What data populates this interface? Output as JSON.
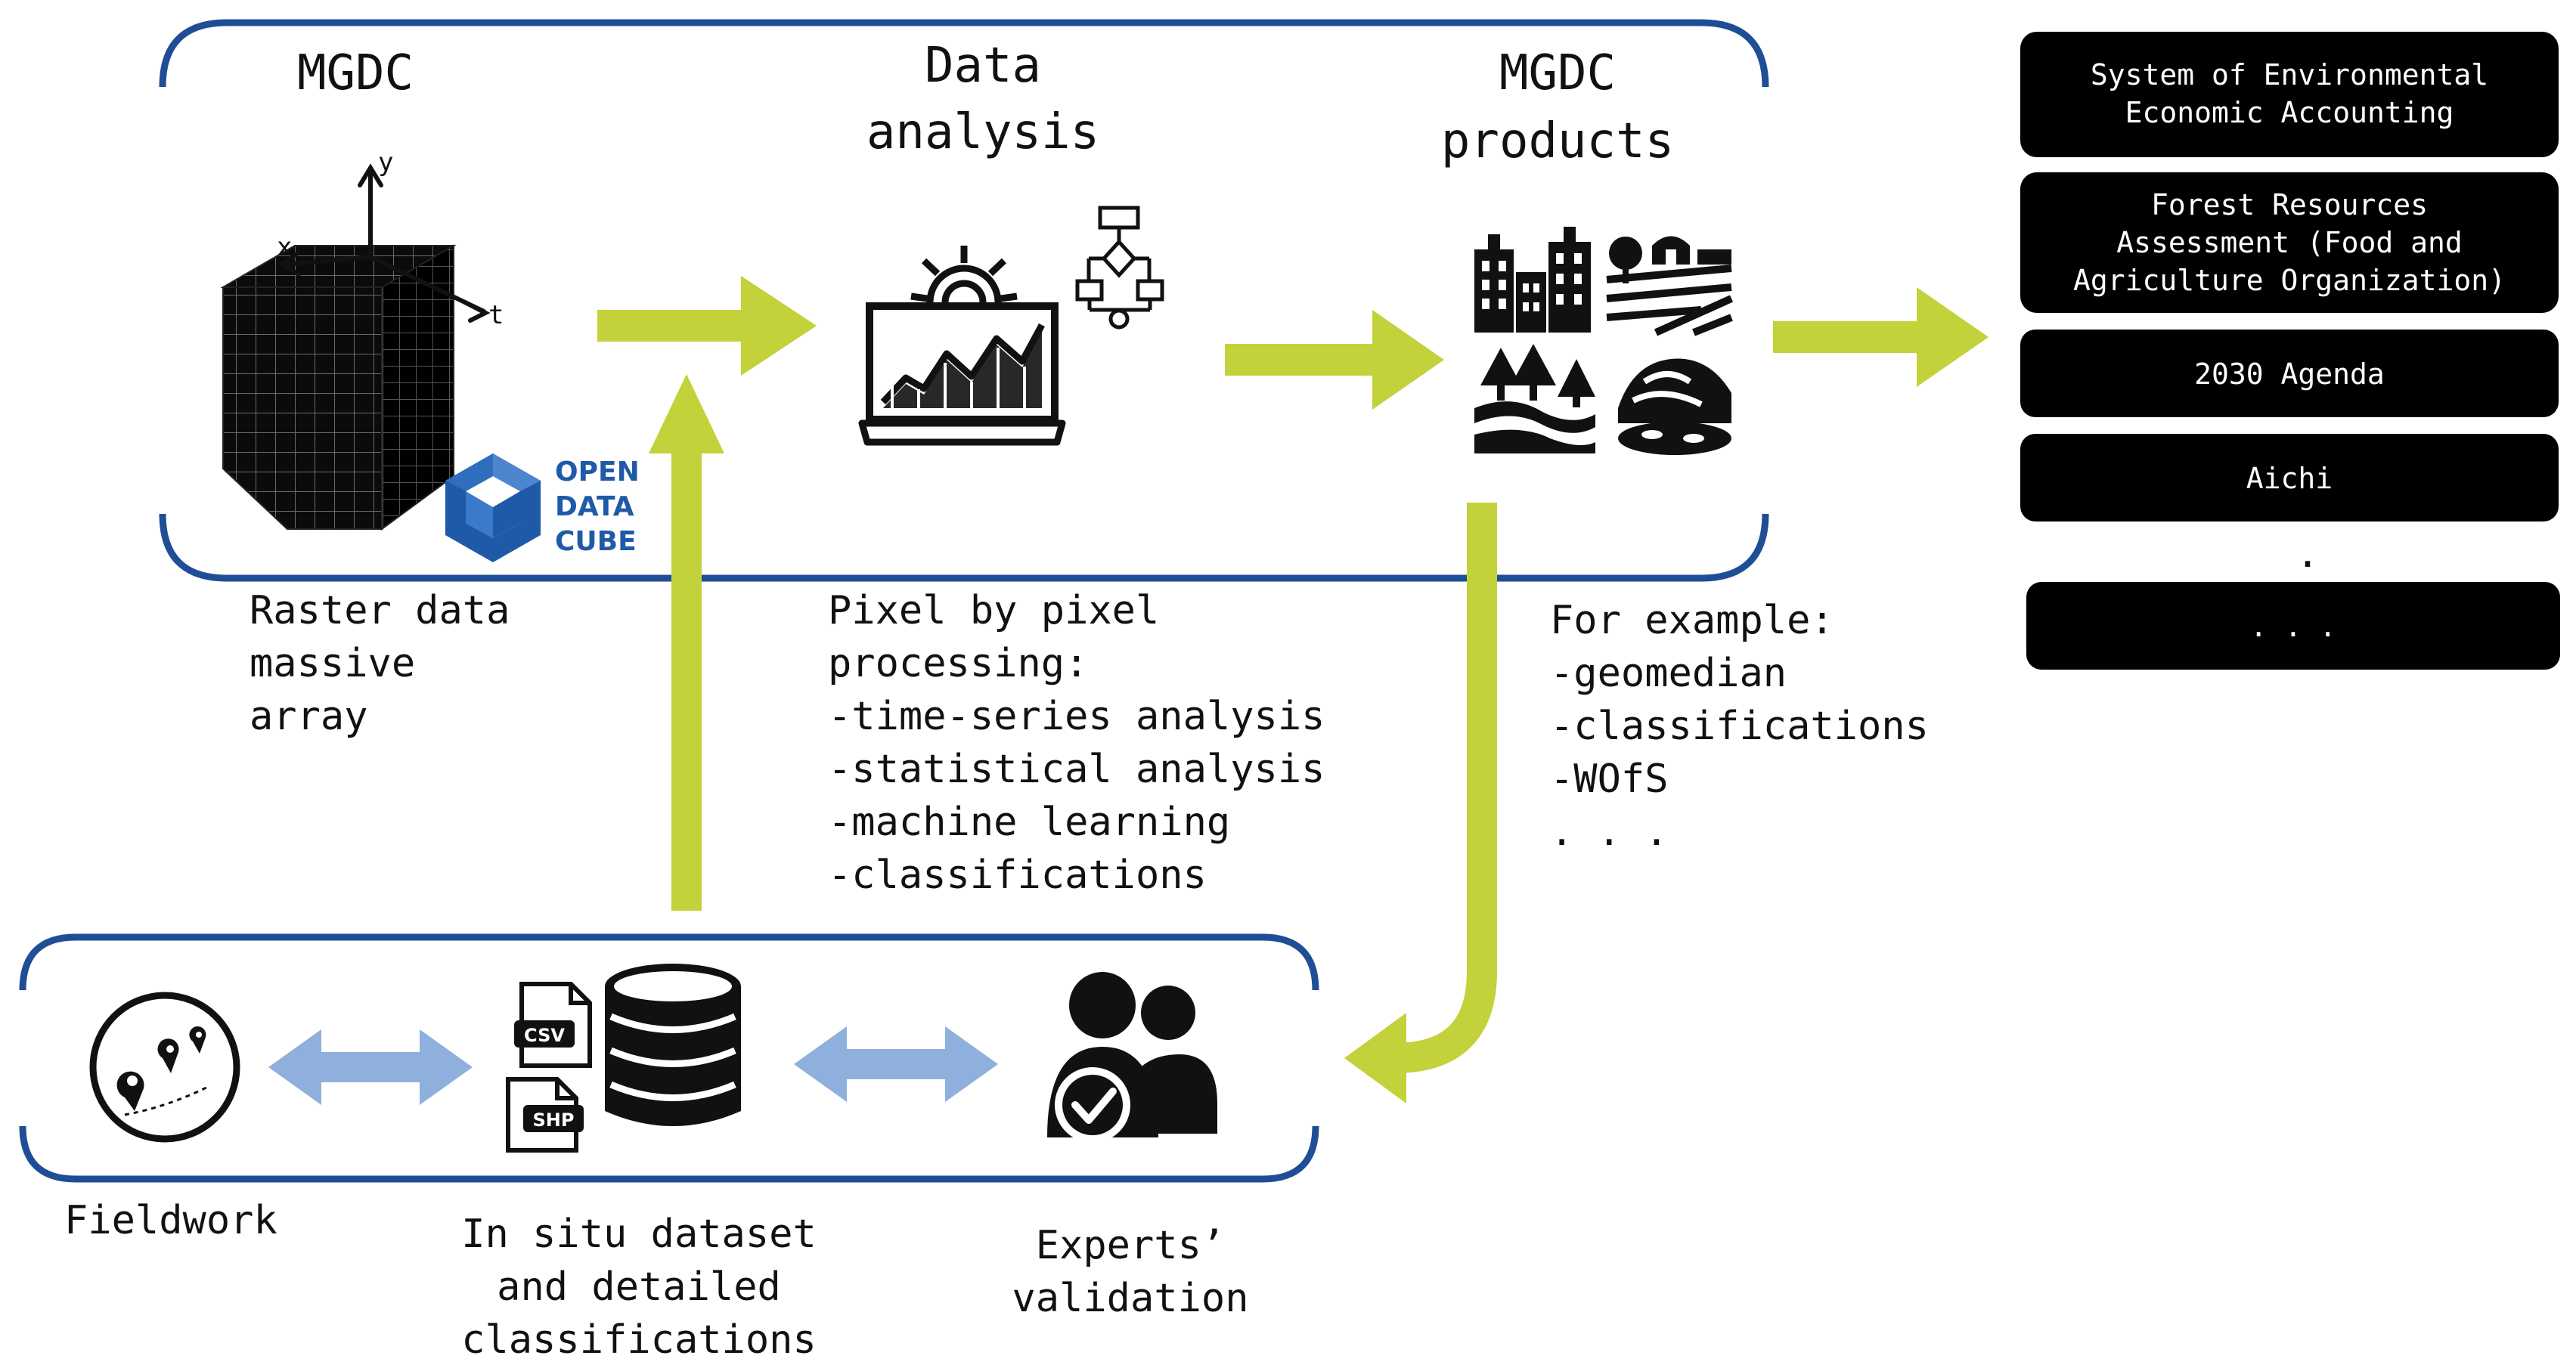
{
  "titles": {
    "mgdc": "MGDC",
    "analysis_line1": "Data",
    "analysis_line2": "analysis",
    "products_line1": "MGDC",
    "products_line2": "products"
  },
  "cube": {
    "axis_x": "x",
    "axis_y": "y",
    "axis_t": "t"
  },
  "odc_logo": {
    "line1": "OPEN",
    "line2": "DATA",
    "line3": "CUBE",
    "color": "#1f5aa8"
  },
  "raster_desc": [
    "Raster data",
    "massive",
    "array"
  ],
  "pixel_desc": [
    "Pixel by pixel",
    "processing:",
    "-time-series analysis",
    "-statistical analysis",
    "-machine learning",
    "-classifications"
  ],
  "example_desc": [
    "For example:",
    "-geomedian",
    "-classifications",
    "-WOfS",
    ". . ."
  ],
  "outputs": [
    "System of Environmental",
    "Economic Accounting",
    "Forest Resources",
    "Assessment (Food and",
    "Agriculture Organization)",
    "2030 Agenda",
    "Aichi",
    ".",
    ". . ."
  ],
  "bottom": {
    "csv": "CSV",
    "shp": "SHP",
    "fieldwork": "Fieldwork",
    "insitu": [
      "In situ dataset",
      "and detailed",
      "classifications"
    ],
    "experts": [
      "Experts’",
      "validation"
    ]
  },
  "colors": {
    "frame": "#1f4e96",
    "arrow": "#c3d13a",
    "link_arrow": "#8fb0dc",
    "box": "#000000"
  },
  "icons": [
    "cube-grid-icon",
    "laptop-analytics-icon",
    "gear-icon",
    "flowchart-icon",
    "city-icon",
    "fields-icon",
    "forest-river-icon",
    "landscape-icon",
    "map-pins-icon",
    "file-csv-icon",
    "file-shp-icon",
    "database-icon",
    "experts-check-icon"
  ]
}
